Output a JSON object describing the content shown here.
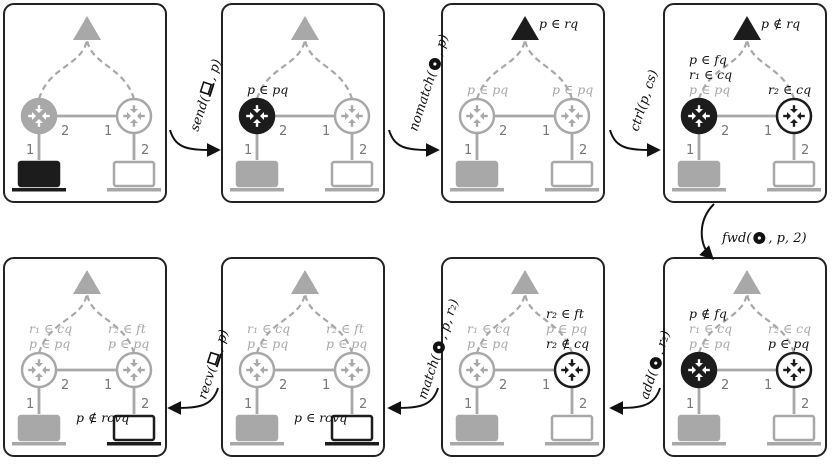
{
  "colors": {
    "active": "#1c1c1c",
    "inactive": "#a8a8a8",
    "frame": "#222222"
  },
  "icons": [
    "router-icon",
    "laptop-icon",
    "controller-triangle-icon",
    "arrow-icon"
  ],
  "ports": {
    "left_down": "1",
    "left_right": "2",
    "right_left": "1",
    "right_down": "2"
  },
  "panels": [
    {
      "left_router": "active-gray",
      "right_router": "gray",
      "left_host": "solid-black",
      "right_host": "gray-outline",
      "ctrl": "gray",
      "labels": []
    },
    {
      "left_router": "solid-black",
      "right_router": "gray",
      "left_host": "gray-solid",
      "right_host": "gray-outline",
      "ctrl": "gray",
      "labels": [
        {
          "text": "p ∈ pq",
          "tone": "black",
          "anchor": "left-router-top"
        }
      ]
    },
    {
      "left_router": "gray",
      "right_router": "gray",
      "left_host": "gray-solid",
      "right_host": "gray-outline",
      "ctrl": "black",
      "labels": [
        {
          "text": "p ∈ rq",
          "tone": "black",
          "anchor": "ctrl-right"
        },
        {
          "text": "p ∈ pq",
          "tone": "gray",
          "anchor": "left-router-top"
        },
        {
          "text": "p ∈ pq",
          "tone": "gray",
          "anchor": "right-router-top"
        }
      ]
    },
    {
      "left_router": "solid-black",
      "right_router": "outline-black",
      "left_host": "gray-solid",
      "right_host": "gray-outline",
      "ctrl": "black",
      "labels": [
        {
          "text": "p ∉ rq",
          "tone": "black",
          "anchor": "ctrl-right"
        },
        {
          "text": "p ∈ fq",
          "tone": "black",
          "anchor": "left-3"
        },
        {
          "text": "r₁ ∈ cq",
          "tone": "black",
          "anchor": "left-2"
        },
        {
          "text": "p ∈ pq",
          "tone": "gray",
          "anchor": "left-1"
        },
        {
          "text": "r₂ ∈ cq",
          "tone": "black",
          "anchor": "right-1"
        }
      ]
    },
    {
      "left_router": "solid-black",
      "right_router": "outline-black",
      "left_host": "gray-solid",
      "right_host": "gray-outline",
      "ctrl": "gray",
      "labels": [
        {
          "text": "p ∉ fq",
          "tone": "black",
          "anchor": "left-3"
        },
        {
          "text": "r₁ ∈ cq",
          "tone": "gray",
          "anchor": "left-2"
        },
        {
          "text": "p ∈ pq",
          "tone": "gray",
          "anchor": "left-1"
        },
        {
          "text": "r₂ ∈ cq",
          "tone": "gray",
          "anchor": "right-2"
        },
        {
          "text": "p ∈ pq",
          "tone": "black",
          "anchor": "right-1"
        }
      ]
    },
    {
      "left_router": "gray",
      "right_router": "outline-black",
      "left_host": "gray-solid",
      "right_host": "gray-outline",
      "ctrl": "gray",
      "labels": [
        {
          "text": "r₁ ∈ cq",
          "tone": "gray",
          "anchor": "left-2"
        },
        {
          "text": "p ∈ pq",
          "tone": "gray",
          "anchor": "left-1"
        },
        {
          "text": "r₂ ∈ ft",
          "tone": "black",
          "anchor": "right-3"
        },
        {
          "text": "p ∈ pq",
          "tone": "gray",
          "anchor": "right-2"
        },
        {
          "text": "r₂ ∉ cq",
          "tone": "black",
          "anchor": "right-1"
        }
      ]
    },
    {
      "left_router": "gray",
      "right_router": "gray",
      "left_host": "gray-solid",
      "right_host": "black-outline",
      "ctrl": "gray",
      "labels": [
        {
          "text": "r₁ ∈ cq",
          "tone": "gray",
          "anchor": "left-2"
        },
        {
          "text": "p ∈ pq",
          "tone": "gray",
          "anchor": "left-1"
        },
        {
          "text": "r₂ ∈ ft",
          "tone": "gray",
          "anchor": "right-2"
        },
        {
          "text": "p ∈ pq",
          "tone": "gray",
          "anchor": "right-1"
        },
        {
          "text": "p ∈ rcvq",
          "tone": "black",
          "anchor": "host-label"
        }
      ]
    },
    {
      "left_router": "gray",
      "right_router": "gray",
      "left_host": "gray-solid",
      "right_host": "black-outline",
      "ctrl": "gray",
      "labels": [
        {
          "text": "r₁ ∈ cq",
          "tone": "gray",
          "anchor": "left-2"
        },
        {
          "text": "p ∈ pq",
          "tone": "gray",
          "anchor": "left-1"
        },
        {
          "text": "r₂ ∈ ft",
          "tone": "gray",
          "anchor": "right-2"
        },
        {
          "text": "p ∈ pq",
          "tone": "gray",
          "anchor": "right-1"
        },
        {
          "text": "p ∉ rcvq",
          "tone": "black",
          "anchor": "host-label"
        }
      ]
    }
  ],
  "transitions": [
    {
      "label": "send(",
      "arg_icon": "laptop-icon",
      "tail": ", p)"
    },
    {
      "label": "nomatch(",
      "arg_icon": "router-icon",
      "tail": ", p)"
    },
    {
      "label": "ctrl(p, cs)",
      "arg_icon": "",
      "tail": ""
    },
    {
      "label": "fwd(",
      "arg_icon": "router-icon",
      "tail": ", p, 2)"
    },
    {
      "label": "add(",
      "arg_icon": "router-icon",
      "tail": ", r₂)"
    },
    {
      "label": "match(",
      "arg_icon": "router-icon",
      "tail": ", p, r₂)"
    },
    {
      "label": "recv(",
      "arg_icon": "laptop-icon",
      "tail": ", p)"
    }
  ]
}
